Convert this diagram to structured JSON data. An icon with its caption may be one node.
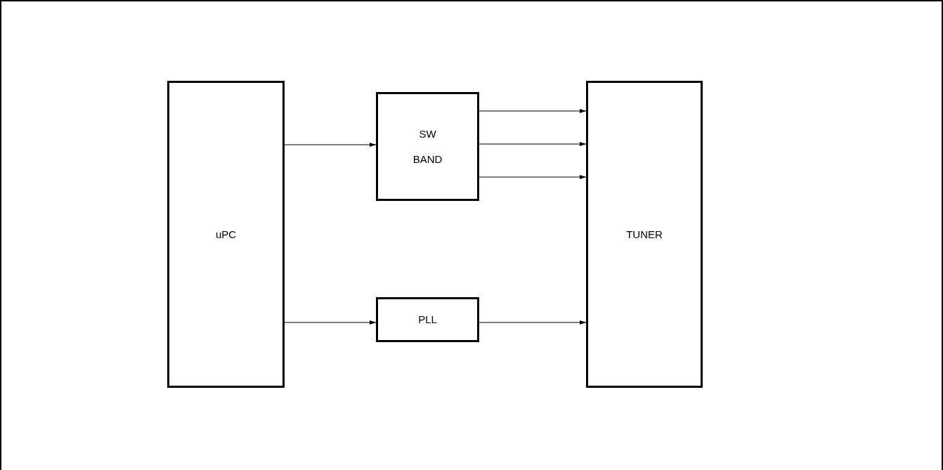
{
  "diagram": {
    "nodes": [
      {
        "text": [
          "uPC"
        ]
      },
      {
        "text": [
          "SW BAND"
        ]
      },
      {
        "text": [
          "PLL"
        ]
      },
      {
        "text": [
          "TUNER"
        ]
      }
    ],
    "edges": [
      {
        "from": 0,
        "to": 1,
        "arrow": "to"
      },
      {
        "from": 1,
        "to": 3,
        "arrow": "to"
      },
      {
        "from": 1,
        "to": 3,
        "arrow": "to"
      },
      {
        "from": 1,
        "to": 3,
        "arrow": "to"
      },
      {
        "from": 0,
        "to": 2,
        "arrow": "to"
      },
      {
        "from": 2,
        "to": 3,
        "arrow": "to"
      }
    ]
  }
}
